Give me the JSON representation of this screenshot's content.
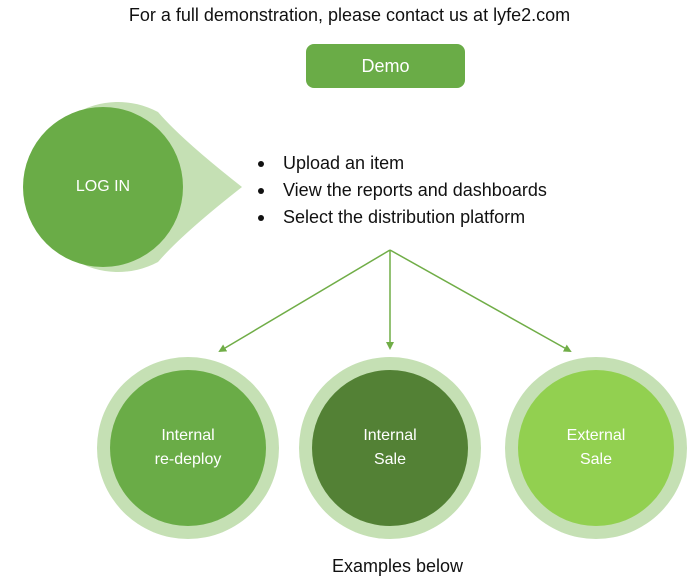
{
  "header": {
    "contact_text": "For a full demonstration, please contact us at lyfe2.com"
  },
  "demo_button": {
    "label": "Demo"
  },
  "login": {
    "label": "LOG IN"
  },
  "steps": [
    "Upload an item",
    "View the reports and dashboards",
    "Select the distribution platform"
  ],
  "options": [
    {
      "label": "Internal\nre-deploy",
      "color": "#6aac47"
    },
    {
      "label": "Internal\nSale",
      "color": "#538135"
    },
    {
      "label": "External\nSale",
      "color": "#92d050"
    }
  ],
  "footer": {
    "text": "Examples below"
  },
  "colors": {
    "ring": "#c5e0b4",
    "arrow": "#70ad47"
  }
}
